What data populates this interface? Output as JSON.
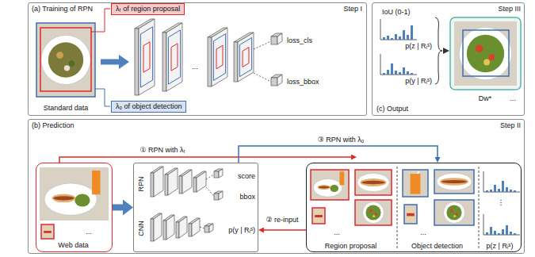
{
  "diagram": {
    "nodes": [
      {
        "text": [
          "(a) Training of RPN",
          "Step I"
        ]
      },
      {
        "text": [
          "λᵣ of region proposal"
        ],
        "in": 0
      },
      {
        "text": [
          "λₒ of object detection"
        ],
        "in": 0
      },
      {
        "text": [
          "(c) Output",
          "Step III"
        ]
      },
      {
        "text": [
          "(b) Prediction",
          "Step II"
        ]
      },
      {
        "text": [
          "Web data"
        ],
        "in": 4
      },
      {
        "text": [
          "RPN",
          "score",
          "bbox",
          "CNN",
          "p(y | Rᵢˢ)"
        ],
        "in": 4
      },
      {
        "text": [
          "Region proposal",
          "Object detection",
          "p(z | Rᵢˢ)"
        ],
        "in": 4
      }
    ],
    "edges": [
      {
        "from": 5,
        "to": 6,
        "arrow": "to"
      },
      {
        "from": 5,
        "to": 7,
        "arrow": "to",
        "label": "① RPN with λᵣ"
      },
      {
        "from": 6,
        "to": 7,
        "arrow": "to",
        "label": "③ RPN with λₒ"
      },
      {
        "from": 7,
        "to": 6,
        "arrow": "to",
        "label": "② re-input"
      }
    ],
    "labels": [
      "Standard data",
      "...",
      "loss_cls",
      "loss_bbox",
      "IoU (0-1)",
      "p(z | Rᵢˢ)",
      "p(y | Rᵢˢ)",
      "Dw*",
      "...",
      "...",
      "...",
      "...",
      "⋮"
    ]
  }
}
